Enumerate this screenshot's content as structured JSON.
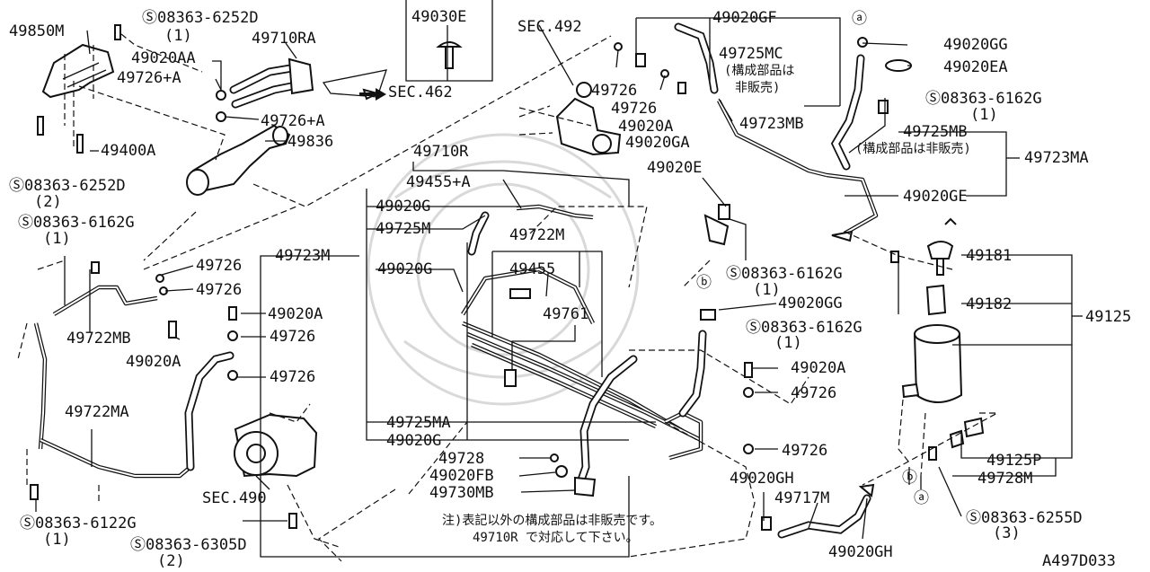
{
  "diagram_id": "A497D033",
  "callouts": [
    {
      "id": "c1",
      "text": "49850M"
    },
    {
      "id": "c2",
      "text": "Ⓢ08363-6252D"
    },
    {
      "id": "c3",
      "text": "(1)"
    },
    {
      "id": "c4",
      "text": "49710RA"
    },
    {
      "id": "c5",
      "text": "49020AA"
    },
    {
      "id": "c6",
      "text": "49726+A"
    },
    {
      "id": "c7",
      "text": "SEC.462"
    },
    {
      "id": "c8",
      "text": "49726+A"
    },
    {
      "id": "c9",
      "text": "49836"
    },
    {
      "id": "c10",
      "text": "49400A"
    },
    {
      "id": "c11",
      "text": "Ⓢ08363-6252D"
    },
    {
      "id": "c12",
      "text": "(2)"
    },
    {
      "id": "c13",
      "text": "49030E"
    },
    {
      "id": "c14",
      "text": "SEC.492"
    },
    {
      "id": "c15",
      "text": "49726"
    },
    {
      "id": "c16",
      "text": "49726"
    },
    {
      "id": "c17",
      "text": "49020A"
    },
    {
      "id": "c18",
      "text": "49020GA"
    },
    {
      "id": "c19",
      "text": "49020GF"
    },
    {
      "id": "c20",
      "text": "49725MC"
    },
    {
      "id": "c21",
      "text": "(構成部品は"
    },
    {
      "id": "c22",
      "text": "非販売)"
    },
    {
      "id": "c23",
      "text": "49723MB"
    },
    {
      "id": "c24",
      "text": "ⓐ"
    },
    {
      "id": "c25",
      "text": "49020GG"
    },
    {
      "id": "c26",
      "text": "49020EA"
    },
    {
      "id": "c27",
      "text": "Ⓢ08363-6162G"
    },
    {
      "id": "c28",
      "text": "(1)"
    },
    {
      "id": "c29",
      "text": "49725MB"
    },
    {
      "id": "c30",
      "text": "(構成部品は非販売)"
    },
    {
      "id": "c31",
      "text": "49723MA"
    },
    {
      "id": "c32",
      "text": "49020GE"
    },
    {
      "id": "c33",
      "text": "49710R"
    },
    {
      "id": "c34",
      "text": "49455+A"
    },
    {
      "id": "c35",
      "text": "49020E"
    },
    {
      "id": "c36",
      "text": "49020G"
    },
    {
      "id": "c37",
      "text": "49725M"
    },
    {
      "id": "c38",
      "text": "49722M"
    },
    {
      "id": "c39",
      "text": "49723M"
    },
    {
      "id": "c40",
      "text": "49020G"
    },
    {
      "id": "c41",
      "text": "49455"
    },
    {
      "id": "c42",
      "text": "49761"
    },
    {
      "id": "c43",
      "text": "Ⓢ08363-6162G"
    },
    {
      "id": "c44",
      "text": "(1)"
    },
    {
      "id": "c45",
      "text": "ⓑ"
    },
    {
      "id": "c46",
      "text": "49020GG"
    },
    {
      "id": "c47",
      "text": "Ⓢ08363-6162G"
    },
    {
      "id": "c48",
      "text": "(1)"
    },
    {
      "id": "c49",
      "text": "49181"
    },
    {
      "id": "c50",
      "text": "49182"
    },
    {
      "id": "c51",
      "text": "49125"
    },
    {
      "id": "c52",
      "text": "Ⓢ08363-6162G"
    },
    {
      "id": "c53",
      "text": "(1)"
    },
    {
      "id": "c54",
      "text": "49726"
    },
    {
      "id": "c55",
      "text": "49726"
    },
    {
      "id": "c56",
      "text": "49722MB"
    },
    {
      "id": "c57",
      "text": "49020A"
    },
    {
      "id": "c58",
      "text": "49726"
    },
    {
      "id": "c59",
      "text": "49020A"
    },
    {
      "id": "c60",
      "text": "49726"
    },
    {
      "id": "c61",
      "text": "49020A"
    },
    {
      "id": "c62",
      "text": "49726"
    },
    {
      "id": "c63",
      "text": "49722MA"
    },
    {
      "id": "c64",
      "text": "49725MA"
    },
    {
      "id": "c65",
      "text": "49020G"
    },
    {
      "id": "c66",
      "text": "49726"
    },
    {
      "id": "c67",
      "text": "49728"
    },
    {
      "id": "c68",
      "text": "49020FB"
    },
    {
      "id": "c69",
      "text": "49730MB"
    },
    {
      "id": "c70",
      "text": "49125P"
    },
    {
      "id": "c71",
      "text": "49728M"
    },
    {
      "id": "c72",
      "text": "SEC.490"
    },
    {
      "id": "c73",
      "text": "49020GH"
    },
    {
      "id": "c74",
      "text": "49717M"
    },
    {
      "id": "c75",
      "text": "Ⓢ08363-6122G"
    },
    {
      "id": "c76",
      "text": "(1)"
    },
    {
      "id": "c77",
      "text": "Ⓢ08363-6305D"
    },
    {
      "id": "c78",
      "text": "(2)"
    },
    {
      "id": "c79",
      "text": "49020GH"
    },
    {
      "id": "c80",
      "text": "ⓑ"
    },
    {
      "id": "c81",
      "text": "ⓐ"
    },
    {
      "id": "c82",
      "text": "Ⓢ08363-6255D"
    },
    {
      "id": "c83",
      "text": "(3)"
    }
  ],
  "note": {
    "line1": "注)表記以外の構成部品は非販売です。",
    "line2": "49710R で対応して下さい。"
  }
}
